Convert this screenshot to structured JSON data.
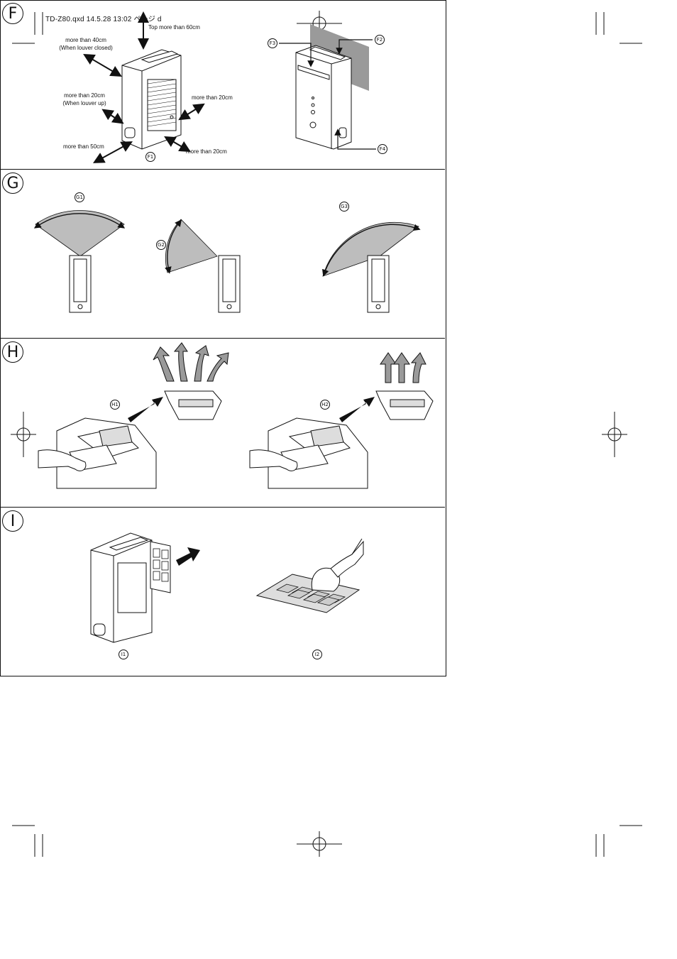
{
  "header": {
    "file_info": "TD-Z80.qxd  14.5.28 13:02  ページ d"
  },
  "panels": {
    "F": {
      "letter": "F",
      "top": "Top more than 60cm",
      "left_upper_1": "more than 40cm",
      "left_upper_2": "(When louver closed)",
      "left_mid_1": "more than 20cm",
      "left_mid_2": "(When louver up)",
      "right_side": "more than 20cm",
      "left_bottom": "more than 50cm",
      "right_bottom": "more than 20cm",
      "marker_f1": "F1",
      "marker_f2": "F2",
      "marker_f3": "F3",
      "marker_f4": "F4"
    },
    "G": {
      "letter": "G",
      "marker_g1": "G1",
      "marker_g2": "G2",
      "marker_g3": "G3"
    },
    "H": {
      "letter": "H",
      "marker_h1": "H1",
      "marker_h2": "H2"
    },
    "I": {
      "letter": "I",
      "marker_i1": "I1",
      "marker_i2": "I2"
    }
  }
}
